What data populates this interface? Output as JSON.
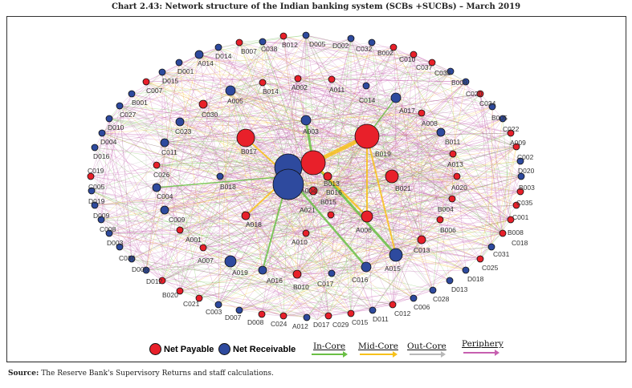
{
  "title": "Chart 2.43: Network structure of the Indian banking system (SCBs +SUCBs) – March 2019",
  "source_label": "Source:",
  "source_text": "The Reserve Bank's Supervisory Returns and staff calculations.",
  "legend": {
    "net_payable": "Net Payable",
    "net_receivable": "Net Receivable",
    "in_core": "In-Core",
    "mid_core": "Mid-Core",
    "out_core": "Out-Core",
    "periphery": "Periphery"
  },
  "colors": {
    "payable": "#e8202a",
    "receivable": "#2e4a9e",
    "in_core": "#6abf45",
    "mid_core": "#f7c11a",
    "out_core": "#b8b8b8",
    "periphery": "#c660b0"
  },
  "nodes": [
    {
      "id": "D014",
      "type": "receivable"
    },
    {
      "id": "B007",
      "type": "payable"
    },
    {
      "id": "C038",
      "type": "receivable"
    },
    {
      "id": "B012",
      "type": "payable"
    },
    {
      "id": "D005",
      "type": "receivable"
    },
    {
      "id": "D002",
      "type": "receivable"
    },
    {
      "id": "C032",
      "type": "receivable"
    },
    {
      "id": "B002",
      "type": "payable"
    },
    {
      "id": "C010",
      "type": "payable"
    },
    {
      "id": "C037",
      "type": "payable"
    },
    {
      "id": "C033",
      "type": "receivable"
    },
    {
      "id": "B009",
      "type": "receivable"
    },
    {
      "id": "C020",
      "type": "payable"
    },
    {
      "id": "C034",
      "type": "receivable"
    },
    {
      "id": "B005",
      "type": "receivable"
    },
    {
      "id": "C022",
      "type": "payable"
    },
    {
      "id": "A009",
      "type": "payable"
    },
    {
      "id": "C002",
      "type": "receivable"
    },
    {
      "id": "D020",
      "type": "receivable"
    },
    {
      "id": "B003",
      "type": "payable"
    },
    {
      "id": "C035",
      "type": "payable"
    },
    {
      "id": "C001",
      "type": "payable"
    },
    {
      "id": "B008",
      "type": "payable"
    },
    {
      "id": "C018",
      "type": "payable"
    },
    {
      "id": "C031",
      "type": "receivable"
    },
    {
      "id": "C025",
      "type": "payable"
    },
    {
      "id": "D018",
      "type": "receivable"
    },
    {
      "id": "D013",
      "type": "receivable"
    },
    {
      "id": "C028",
      "type": "receivable"
    },
    {
      "id": "C006",
      "type": "receivable"
    },
    {
      "id": "C012",
      "type": "payable"
    },
    {
      "id": "D011",
      "type": "receivable"
    },
    {
      "id": "C015",
      "type": "payable"
    },
    {
      "id": "C029",
      "type": "payable"
    },
    {
      "id": "D017",
      "type": "receivable"
    },
    {
      "id": "A012",
      "type": "receivable"
    },
    {
      "id": "C024",
      "type": "payable"
    },
    {
      "id": "D008",
      "type": "payable"
    },
    {
      "id": "D007",
      "type": "receivable"
    },
    {
      "id": "C003",
      "type": "receivable"
    },
    {
      "id": "C021",
      "type": "payable"
    },
    {
      "id": "B020",
      "type": "payable"
    },
    {
      "id": "D012",
      "type": "payable"
    },
    {
      "id": "D006",
      "type": "receivable"
    },
    {
      "id": "C036",
      "type": "receivable"
    },
    {
      "id": "D003",
      "type": "receivable"
    },
    {
      "id": "C008",
      "type": "receivable"
    },
    {
      "id": "D009",
      "type": "receivable"
    },
    {
      "id": "D019",
      "type": "receivable"
    },
    {
      "id": "C005",
      "type": "receivable"
    },
    {
      "id": "C019",
      "type": "payable"
    },
    {
      "id": "D016",
      "type": "receivable"
    },
    {
      "id": "D004",
      "type": "receivable"
    },
    {
      "id": "D010",
      "type": "receivable"
    },
    {
      "id": "C027",
      "type": "receivable"
    },
    {
      "id": "B001",
      "type": "receivable"
    },
    {
      "id": "C007",
      "type": "payable"
    },
    {
      "id": "D015",
      "type": "receivable"
    },
    {
      "id": "D001",
      "type": "receivable"
    },
    {
      "id": "A014",
      "type": "receivable"
    },
    {
      "id": "B014",
      "type": "payable"
    },
    {
      "id": "A002",
      "type": "payable"
    },
    {
      "id": "A005",
      "type": "receivable"
    },
    {
      "id": "C030",
      "type": "payable"
    },
    {
      "id": "C023",
      "type": "receivable"
    },
    {
      "id": "C011",
      "type": "receivable"
    },
    {
      "id": "C026",
      "type": "payable"
    },
    {
      "id": "B017",
      "type": "payable"
    },
    {
      "id": "A003",
      "type": "receivable"
    },
    {
      "id": "A011",
      "type": "receivable"
    },
    {
      "id": "C014",
      "type": "receivable"
    },
    {
      "id": "A017",
      "type": "payable"
    },
    {
      "id": "A008",
      "type": "receivable"
    },
    {
      "id": "B019",
      "type": "payable"
    },
    {
      "id": "B011",
      "type": "payable"
    },
    {
      "id": "A013",
      "type": "payable"
    },
    {
      "id": "A020",
      "type": "payable"
    },
    {
      "id": "B021",
      "type": "payable"
    },
    {
      "id": "B004",
      "type": "payable"
    },
    {
      "id": "B006",
      "type": "payable"
    },
    {
      "id": "A006",
      "type": "payable"
    },
    {
      "id": "C013",
      "type": "payable"
    },
    {
      "id": "A015",
      "type": "receivable"
    },
    {
      "id": "C016",
      "type": "receivable"
    },
    {
      "id": "C017",
      "type": "receivable"
    },
    {
      "id": "B010",
      "type": "payable"
    },
    {
      "id": "A016",
      "type": "payable"
    },
    {
      "id": "A019",
      "type": "receivable"
    },
    {
      "id": "A007",
      "type": "receivable"
    },
    {
      "id": "A010",
      "type": "payable"
    },
    {
      "id": "A018",
      "type": "payable"
    },
    {
      "id": "A001",
      "type": "payable"
    },
    {
      "id": "C009",
      "type": "payable"
    },
    {
      "id": "C004",
      "type": "receivable"
    },
    {
      "id": "B018",
      "type": "receivable"
    },
    {
      "id": "B013",
      "type": "payable"
    },
    {
      "id": "A004",
      "type": "payable"
    },
    {
      "id": "B016",
      "type": "payable"
    },
    {
      "id": "B015",
      "type": "payable"
    },
    {
      "id": "A021",
      "type": "payable"
    }
  ]
}
